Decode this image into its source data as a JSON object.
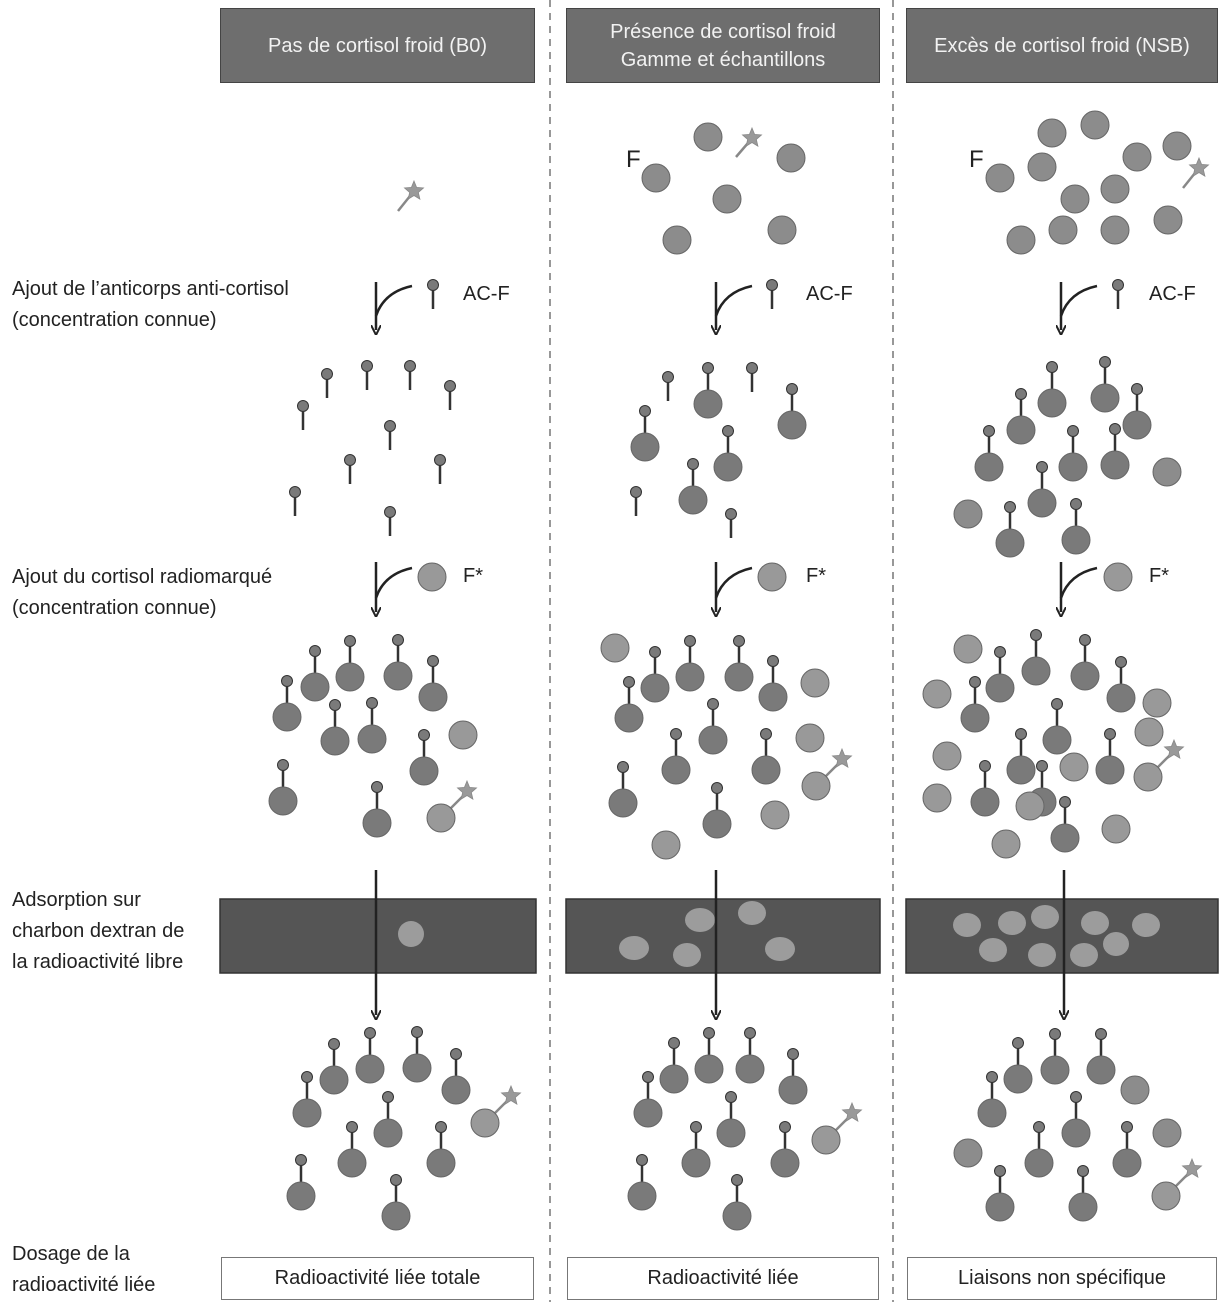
{
  "headers": [
    {
      "line1": "Pas de cortisol froid (B0)",
      "line2": ""
    },
    {
      "line1": "Présence de cortisol froid",
      "line2": "Gamme et échantillons"
    },
    {
      "line1": "Excès de cortisol froid (NSB)",
      "line2": ""
    }
  ],
  "steps": {
    "antibody": [
      "Ajout de l’anticorps anti-cortisol",
      "(concentration connue)"
    ],
    "tracer": [
      "Ajout du cortisol radiomarqué",
      "(concentration connue)"
    ],
    "adsorption": [
      "Adsorption sur",
      "charbon dextran de",
      "la radioactivité libre"
    ],
    "dosage": [
      "Dosage de la",
      "radioactivité liée"
    ]
  },
  "reagents": {
    "antibody": "AC-F",
    "tracer": "F*",
    "cold": "F"
  },
  "results": [
    "Radioactivité liée totale",
    "Radioactivité liée",
    "Liaisons non spécifique"
  ],
  "colors": {
    "header_bg": "#6e6e6e",
    "charcoal_bg": "#555555",
    "molecule": "#8c8c8c",
    "molecule_dark": "#7a7a7a",
    "star": "#999999",
    "divider": "#777777"
  }
}
